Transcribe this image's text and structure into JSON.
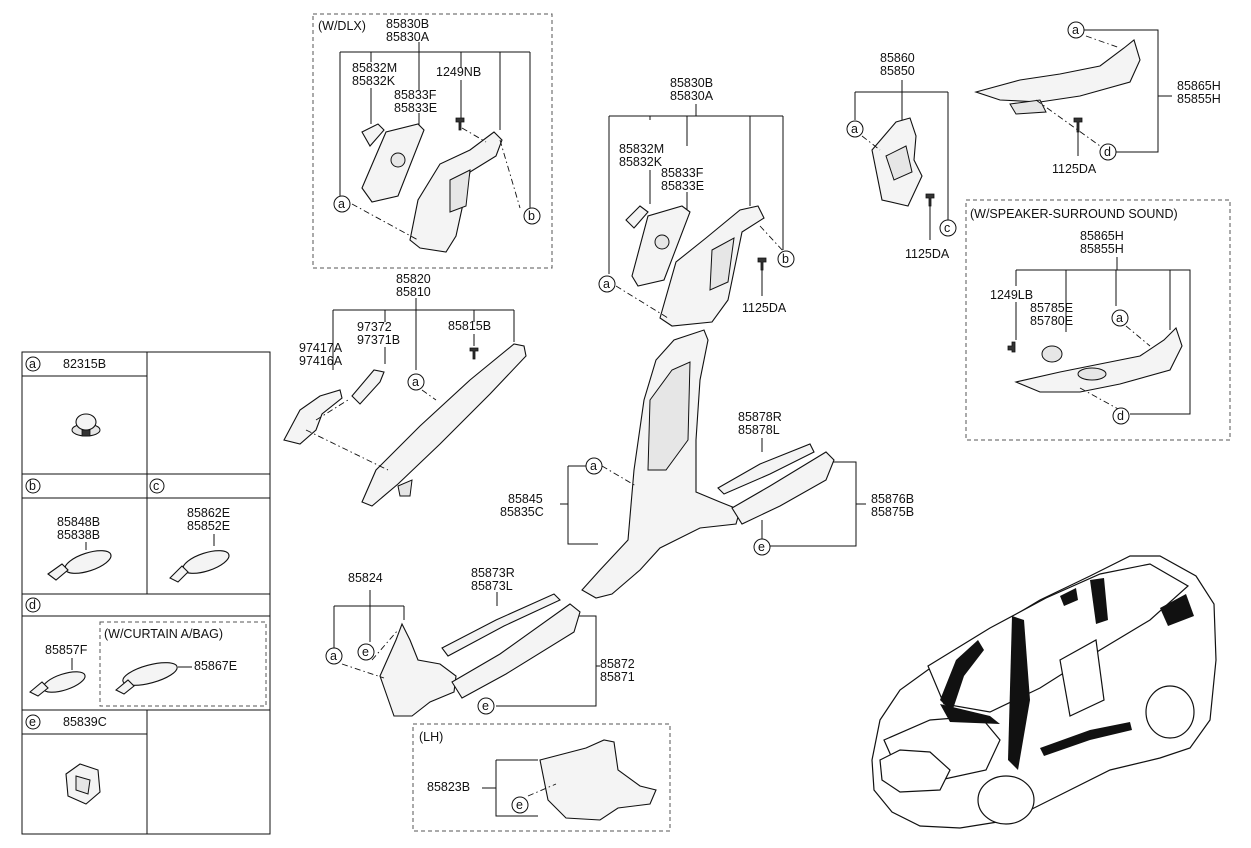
{
  "labels": {
    "wdlx": "(W/DLX)",
    "p85830B_1": "85830B",
    "p85830A_1": "85830A",
    "p85832M_1": "85832M",
    "p85832K_1": "85832K",
    "p1249NB": "1249NB",
    "p85833F_1": "85833F",
    "p85833E_1": "85833E",
    "p85830B_2": "85830B",
    "p85830A_2": "85830A",
    "p85832M_2": "85832M",
    "p85832K_2": "85832K",
    "p85833F_2": "85833F",
    "p85833E_2": "85833E",
    "p1125DA_1": "1125DA",
    "p85860": "85860",
    "p85850": "85850",
    "p1125DA_2": "1125DA",
    "p85865H_1": "85865H",
    "p85855H_1": "85855H",
    "p1125DA_3": "1125DA",
    "wspeaker": "(W/SPEAKER-SURROUND SOUND)",
    "p85865H_2": "85865H",
    "p85855H_2": "85855H",
    "p1249LB": "1249LB",
    "p85785E": "85785E",
    "p85780E": "85780E",
    "p85820": "85820",
    "p85810": "85810",
    "p97372": "97372",
    "p97371B": "97371B",
    "p97417A": "97417A",
    "p97416A": "97416A",
    "p85815B": "85815B",
    "p85845": "85845",
    "p85835C": "85835C",
    "p85878R": "85878R",
    "p85878L": "85878L",
    "p85876B": "85876B",
    "p85875B": "85875B",
    "p85824": "85824",
    "p85873R": "85873R",
    "p85873L": "85873L",
    "p85872": "85872",
    "p85871": "85871",
    "lh": "(LH)",
    "p85823B": "85823B"
  },
  "callouts": {
    "a": "a",
    "b": "b",
    "c": "c",
    "d": "d",
    "e": "e"
  },
  "legend": {
    "a_part": "82315B",
    "b_part1": "85848B",
    "b_part2": "85838B",
    "c_part1": "85862E",
    "c_part2": "85852E",
    "d_part1": "85857F",
    "d_curtain": "(W/CURTAIN A/BAG)",
    "d_part2": "85867E",
    "e_part": "85839C"
  }
}
